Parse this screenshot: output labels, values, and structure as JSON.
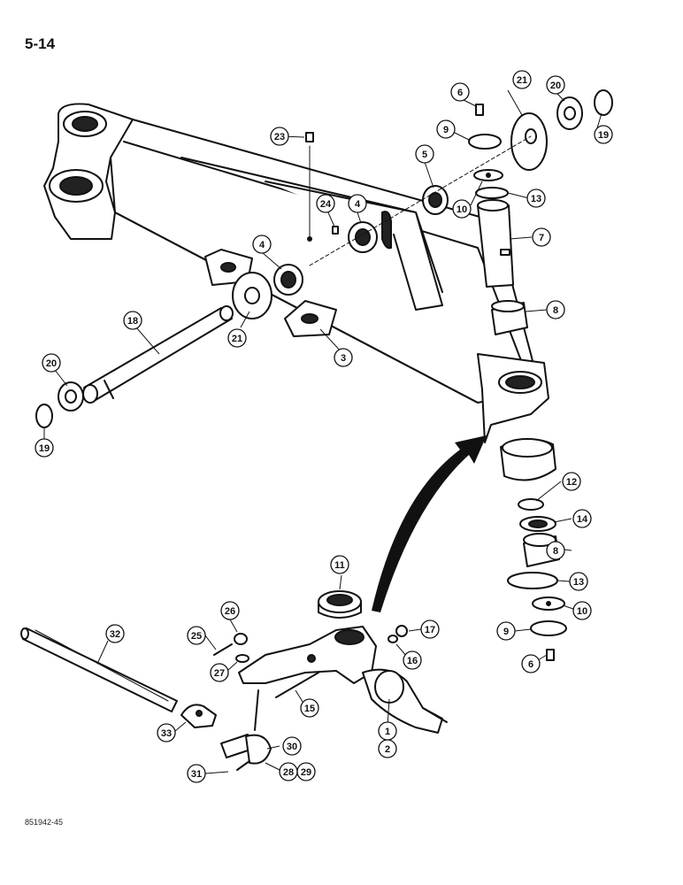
{
  "page": {
    "number": "5-14",
    "drawing_code": "851942-45"
  },
  "callouts": [
    "1",
    "2",
    "3",
    "4",
    "4",
    "5",
    "6",
    "6",
    "7",
    "8",
    "8",
    "9",
    "9",
    "10",
    "10",
    "11",
    "12",
    "13",
    "13",
    "14",
    "15",
    "16",
    "17",
    "18",
    "19",
    "19",
    "20",
    "20",
    "21",
    "21",
    "23",
    "24",
    "25",
    "26",
    "27",
    "28",
    "29",
    "30",
    "31",
    "32",
    "33"
  ]
}
